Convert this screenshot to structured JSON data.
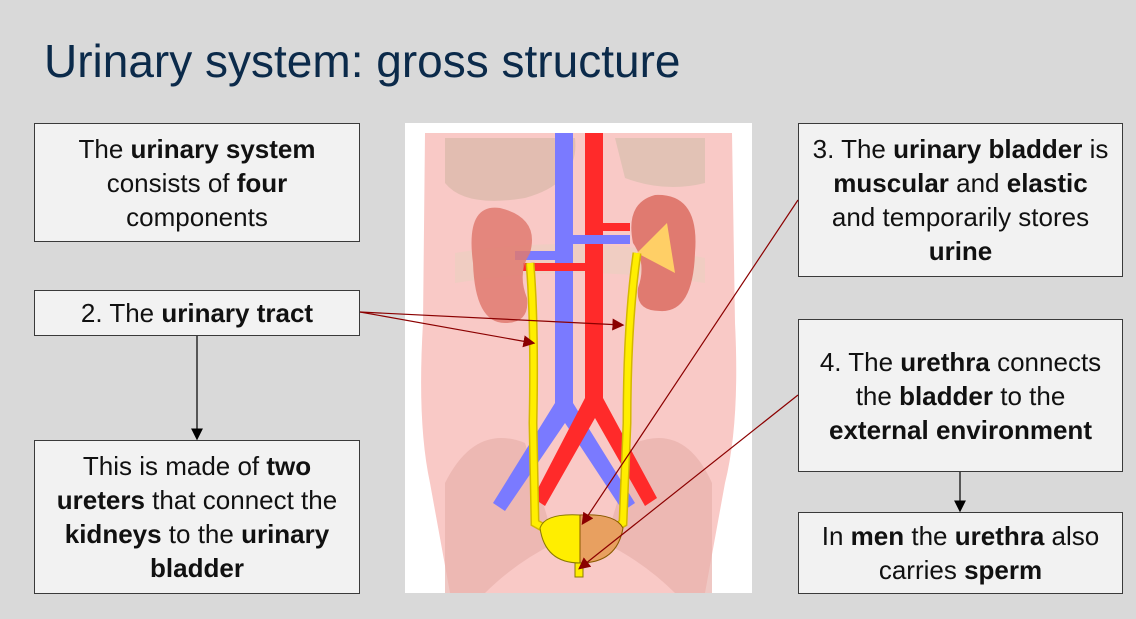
{
  "slide": {
    "title": "Urinary system: gross structure"
  },
  "boxes": {
    "intro": [
      {
        "t": "The ",
        "b": false
      },
      {
        "t": "urinary system",
        "b": true
      },
      {
        "t": " consists of ",
        "b": false
      },
      {
        "t": "four",
        "b": true
      },
      {
        "t": " components",
        "b": false
      }
    ],
    "tract": [
      {
        "t": "2. The ",
        "b": false
      },
      {
        "t": "urinary tract",
        "b": true
      }
    ],
    "ureters": [
      {
        "t": "This is made of ",
        "b": false
      },
      {
        "t": "two ureters",
        "b": true
      },
      {
        "t": " that connect the ",
        "b": false
      },
      {
        "t": "kidneys",
        "b": true
      },
      {
        "t": " to the ",
        "b": false
      },
      {
        "t": "urinary bladder",
        "b": true
      }
    ],
    "bladder": [
      {
        "t": "3. The ",
        "b": false
      },
      {
        "t": "urinary bladder",
        "b": true
      },
      {
        "t": " is ",
        "b": false
      },
      {
        "t": "muscular",
        "b": true
      },
      {
        "t": " and ",
        "b": false
      },
      {
        "t": "elastic",
        "b": true
      },
      {
        "t": " and temporarily stores ",
        "b": false
      },
      {
        "t": "urine",
        "b": true
      }
    ],
    "urethra": [
      {
        "t": "4. The ",
        "b": false
      },
      {
        "t": "urethra",
        "b": true
      },
      {
        "t": " connects the ",
        "b": false
      },
      {
        "t": "bladder",
        "b": true
      },
      {
        "t": " to the ",
        "b": false
      },
      {
        "t": "external environment",
        "b": true
      }
    ],
    "men": [
      {
        "t": "In ",
        "b": false
      },
      {
        "t": "men",
        "b": true
      },
      {
        "t": " the ",
        "b": false
      },
      {
        "t": "urethra",
        "b": true
      },
      {
        "t": " also carries ",
        "b": false
      },
      {
        "t": "sperm",
        "b": true
      }
    ]
  },
  "colors": {
    "title": "#0b2a4a",
    "background": "#d9d9d9",
    "box_fill": "#f2f2f2",
    "arrow": "#8b0000",
    "artery": "#ff2a2a",
    "vein": "#7a7aff",
    "ureter": "#ffee00",
    "kidney": "#e07a70"
  }
}
